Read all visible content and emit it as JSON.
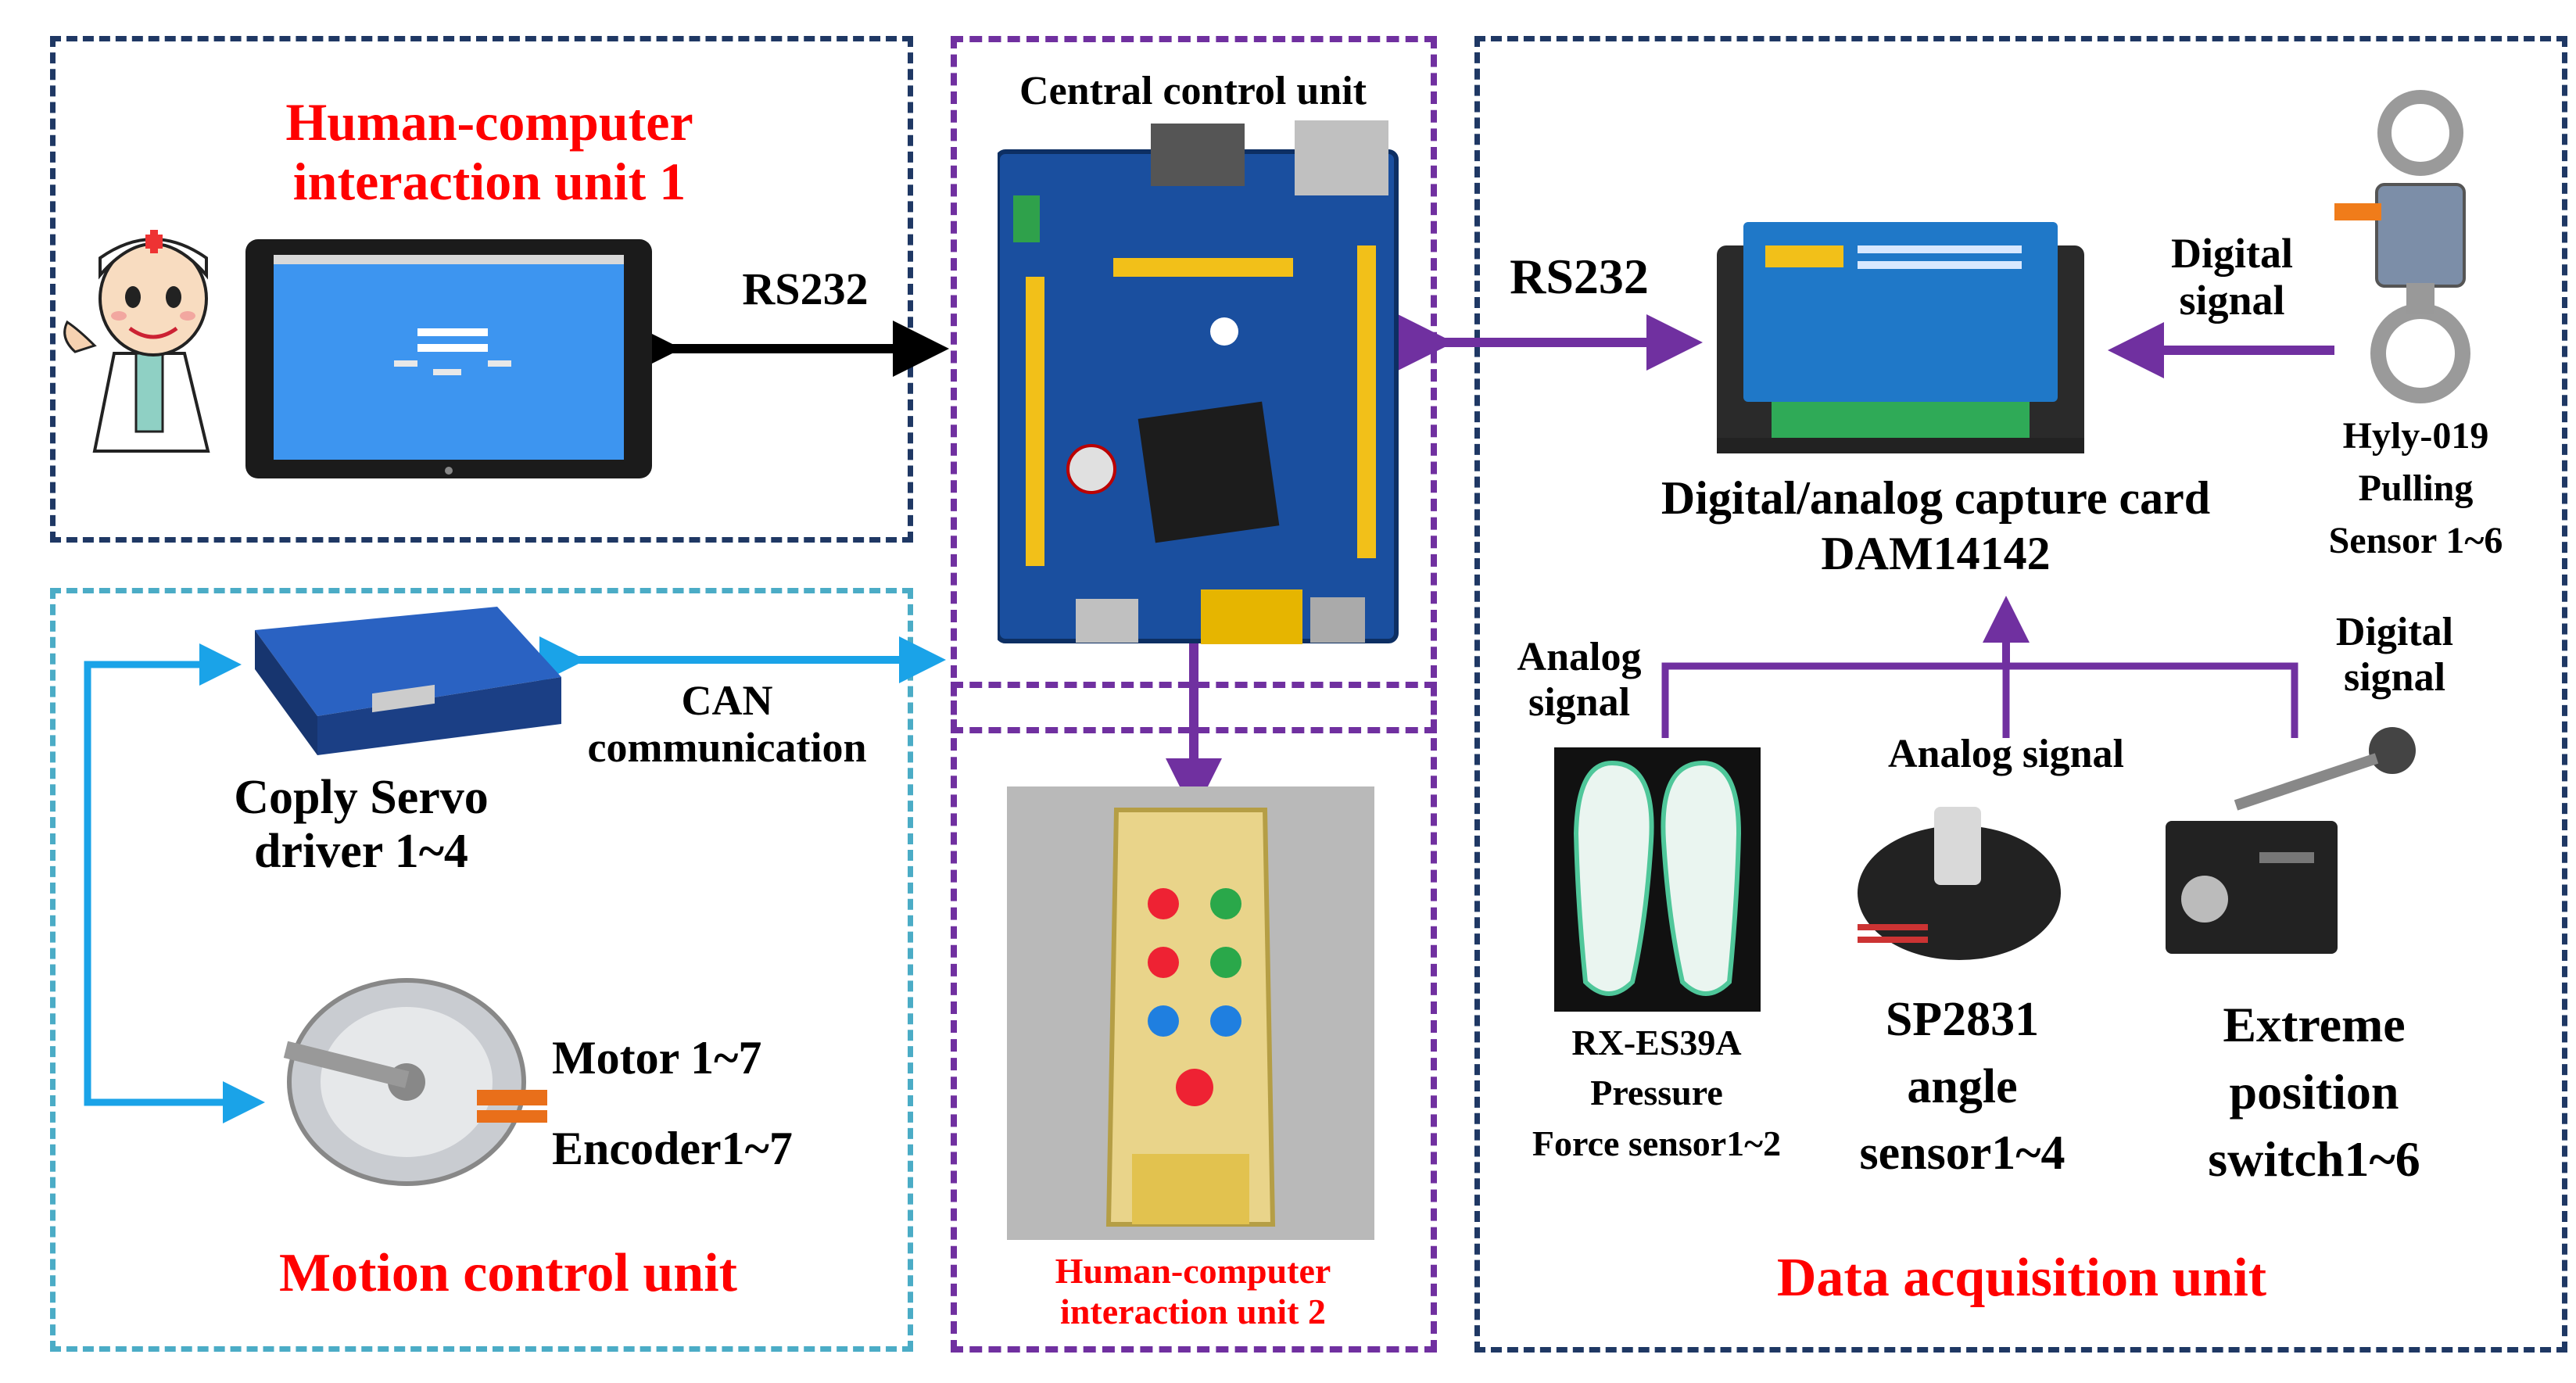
{
  "units": {
    "hci1": {
      "title_line1": "Human-computer",
      "title_line2": "interaction unit 1"
    },
    "central": {
      "title": "Central control unit"
    },
    "hci2": {
      "title_line1": "Human-computer",
      "title_line2": "interaction unit 2"
    },
    "motion": {
      "title": "Motion control unit"
    },
    "daq": {
      "title": "Data acquisition unit"
    }
  },
  "links": {
    "rs232_left": "RS232",
    "rs232_right": "RS232",
    "can_line1": "CAN",
    "can_line2": "communication",
    "digital_signal_pull_1": "Digital",
    "digital_signal_pull_2": "signal",
    "analog_signal_left_1": "Analog",
    "analog_signal_left_2": "signal",
    "analog_signal_mid": "Analog signal",
    "digital_signal_switch_1": "Digital",
    "digital_signal_switch_2": "signal"
  },
  "components": {
    "capture_card_line1": "Digital/analog capture card",
    "capture_card_line2": "DAM14142",
    "pull_sensor_line1": "Hyly-019",
    "pull_sensor_line2": "Pulling",
    "pull_sensor_line3": "Sensor 1~6",
    "servo_line1": "Coply Servo",
    "servo_line2": "driver 1~4",
    "motor": "Motor 1~7",
    "encoder": "Encoder1~7",
    "pressure_line1": "RX-ES39A",
    "pressure_line2": "Pressure",
    "pressure_line3": "Force sensor1~2",
    "angle_line1": "SP2831",
    "angle_line2": "angle",
    "angle_line3": "sensor1~4",
    "switch_line1": "Extreme",
    "switch_line2": "position",
    "switch_line3": "switch1~6"
  },
  "colors": {
    "unit_border_navy": "#1f3864",
    "unit_border_cyan": "#4bacc6",
    "unit_border_purple": "#7030a0",
    "arrow_black": "#000000",
    "arrow_purple": "#7030a0",
    "arrow_blue": "#1aa3e8",
    "title_red": "#ff0000"
  }
}
